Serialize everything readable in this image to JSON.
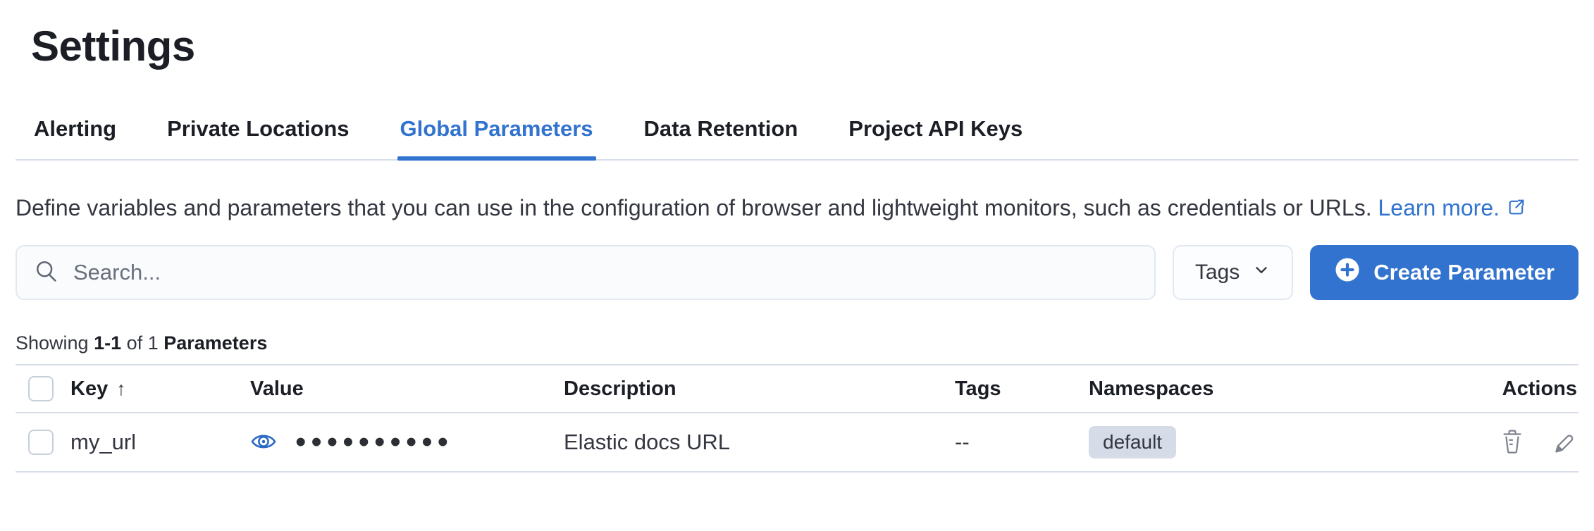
{
  "page": {
    "title": "Settings"
  },
  "tabs": [
    {
      "label": "Alerting",
      "active": false
    },
    {
      "label": "Private Locations",
      "active": false
    },
    {
      "label": "Global Parameters",
      "active": true
    },
    {
      "label": "Data Retention",
      "active": false
    },
    {
      "label": "Project API Keys",
      "active": false
    }
  ],
  "description": {
    "text": "Define variables and parameters that you can use in the configuration of browser and lightweight monitors, such as credentials or URLs.",
    "link_label": "Learn more."
  },
  "toolbar": {
    "search_placeholder": "Search...",
    "tags_filter_label": "Tags",
    "create_button_label": "Create Parameter"
  },
  "summary": {
    "prefix": "Showing",
    "range": "1-1",
    "connector": "of",
    "total": "1",
    "entity": "Parameters"
  },
  "table": {
    "columns": {
      "key": "Key",
      "value": "Value",
      "description": "Description",
      "tags": "Tags",
      "namespaces": "Namespaces",
      "actions": "Actions"
    },
    "sort": {
      "column": "Key",
      "direction": "ascending",
      "indicator": "↑"
    },
    "rows": [
      {
        "key": "my_url",
        "value_masked": "••••••••••",
        "description": "Elastic docs URL",
        "tags": "--",
        "namespace": "default"
      }
    ]
  },
  "icons": {
    "eye": "show-value",
    "trash": "delete",
    "pencil": "edit",
    "plus_in_circle": "create",
    "magnifier": "search",
    "chevron_down": "open-dropdown",
    "external_link": "opens-new-tab"
  },
  "colors": {
    "accent_blue": "#3173ce",
    "title_text": "#1b1e24",
    "body_text": "#343741",
    "subdued_text": "#69707d",
    "border_light": "#d8dee9",
    "badge_background": "#d5dbe7",
    "action_icon_gray": "#7d838e"
  }
}
